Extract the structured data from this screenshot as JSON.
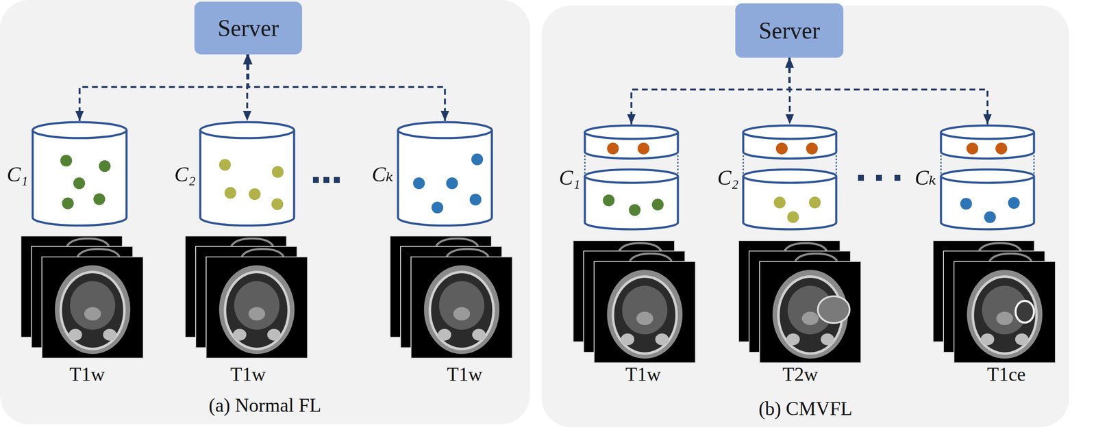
{
  "diagram": {
    "nodes": [
      {
        "text": [
          "(a) Normal FL"
        ]
      },
      {
        "text": [
          "Server"
        ],
        "in": 0
      },
      {
        "text": [
          "C₁"
        ],
        "in": 0
      },
      {
        "text": [
          "C₂"
        ],
        "in": 0
      },
      {
        "text": [
          "Cₖ"
        ],
        "in": 0
      },
      {
        "text": [
          "(b) CMVFL"
        ]
      },
      {
        "text": [
          "Server"
        ],
        "in": 5
      },
      {
        "text": [
          "C₁"
        ],
        "in": 5
      },
      {
        "text": [
          "C₂"
        ],
        "in": 5
      },
      {
        "text": [
          "Cₖ"
        ],
        "in": 5
      }
    ],
    "edges": [
      {
        "from": 1,
        "to": 2,
        "arrow": "both"
      },
      {
        "from": 1,
        "to": 3,
        "arrow": "both"
      },
      {
        "from": 1,
        "to": 4,
        "arrow": "both"
      },
      {
        "from": 6,
        "to": 7,
        "arrow": "both"
      },
      {
        "from": 6,
        "to": 8,
        "arrow": "both"
      },
      {
        "from": 6,
        "to": 9,
        "arrow": "both"
      }
    ],
    "labels": [
      "T1w",
      "T1w",
      "T1w",
      "T1w",
      "T2w",
      "T1ce"
    ]
  }
}
